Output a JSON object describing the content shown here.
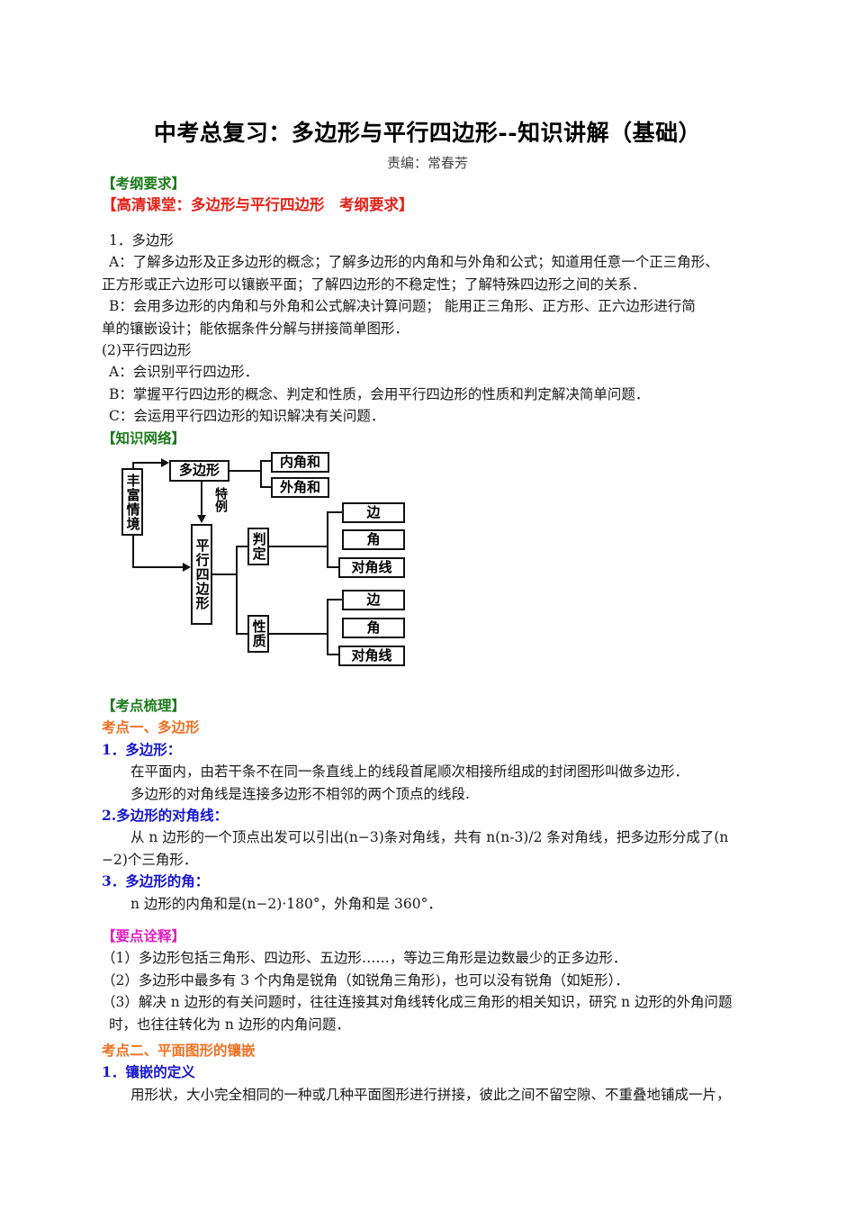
{
  "document": {
    "title": "中考总复习：多边形与平行四边形--知识讲解（基础）",
    "byline": "责编：常春芳"
  },
  "sections": {
    "outline_header": "【考纲要求】",
    "hd_class_header": "【高清课堂：多边形与平行四边形　考纲要求】",
    "outline_lines": [
      "1．多边形",
      "A：了解多边形及正多边形的概念；了解多边形的内角和与外角和公式；知道用任意一个正三角形、",
      "正方形或正六边形可以镶嵌平面；了解四边形的不稳定性；了解特殊四边形之间的关系．",
      "B：会用多边形的内角和与外角和公式解决计算问题； 能用正三角形、正方形、正六边形进行简",
      "单的镶嵌设计；能依据条件分解与拼接简单图形．",
      "(2)平行四边形",
      "A：会识别平行四边形．",
      "B：掌握平行四边形的概念、判定和性质，会用平行四边形的性质和判定解决简单问题．",
      "C：会运用平行四边形的知识解决有关问题．"
    ],
    "network_header": "【知识网络】",
    "review_header": "【考点梳理】",
    "point_one": "考点一、多边形",
    "sub1_title": "1．多边形：",
    "sub1_lines": [
      "在平面内，由若干条不在同一条直线上的线段首尾顺次相接所组成的封闭图形叫做多边形．",
      "多边形的对角线是连接多边形不相邻的两个顶点的线段."
    ],
    "sub2_title": "2.多边形的对角线：",
    "sub2_lines": [
      "从 n 边形的一个顶点出发可以引出(n−3)条对角线，共有 n(n-3)/2 条对角线，把多边形分成了(n",
      "−2)个三角形．"
    ],
    "sub3_title": "3．多边形的角：",
    "sub3_lines": [
      "n 边形的内角和是(n−2)·180°，外角和是 360°．"
    ],
    "key_notes_header": "【要点诠释】",
    "key_notes_lines": [
      "（1）多边形包括三角形、四边形、五边形……，等边三角形是边数最少的正多边形．",
      "（2）多边形中最多有 3 个内角是锐角（如锐角三角形)，也可以没有锐角（如矩形）．",
      "（3）解决 n 边形的有关问题时，往往连接其对角线转化成三角形的相关知识，研究 n 边形的外角问题",
      "时，也往往转化为 n 边形的内角问题．"
    ],
    "point_two": "考点二、平面图形的镶嵌",
    "sub4_title": "1．镶嵌的定义",
    "sub4_lines": [
      "用形状，大小完全相同的一种或几种平面图形进行拼接，彼此之间不留空隙、不重叠地铺成一片，"
    ]
  },
  "diagram": {
    "nodes": {
      "rich_context": "丰富情境",
      "polygon": "多边形",
      "special_case": "特例",
      "parallelogram": "平行四边形",
      "interior_sum": "内角和",
      "exterior_sum": "外角和",
      "judgement": "判定",
      "property": "性质",
      "judge_side": "边",
      "judge_angle": "角",
      "judge_diagonal": "对角线",
      "prop_side": "边",
      "prop_angle": "角",
      "prop_diagonal": "对角线"
    }
  },
  "colors": {
    "green": "#1a7a1a",
    "red": "#e2231a",
    "orange": "#f07020",
    "blue": "#1515d0",
    "magenta": "#e020c0",
    "body": "#1a1a1a",
    "background": "#ffffff"
  }
}
